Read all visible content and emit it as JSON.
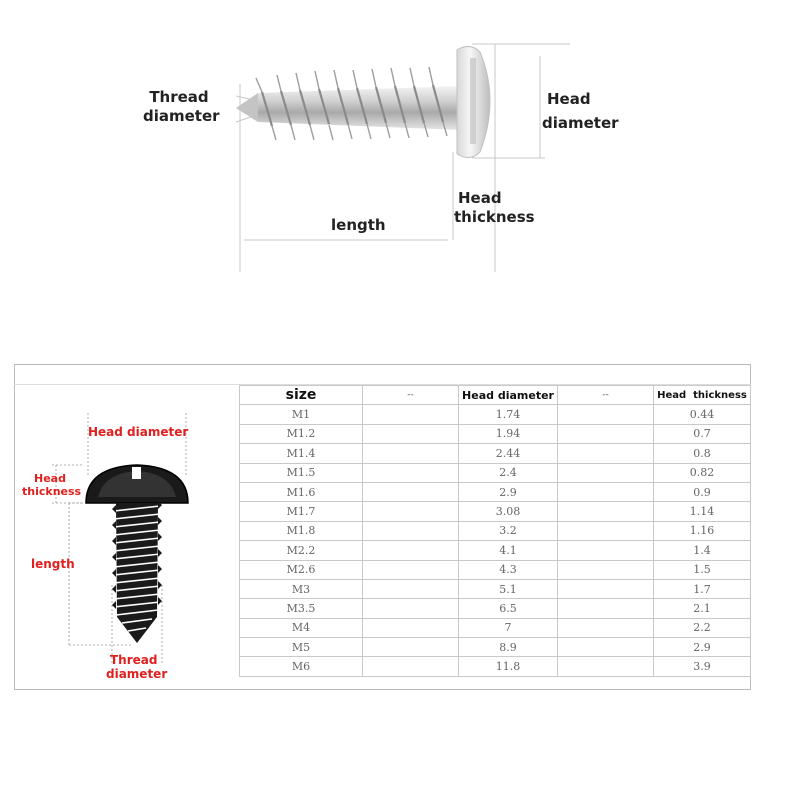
{
  "top_diagram": {
    "thread_label": [
      "Thread",
      "diameter"
    ],
    "head_diameter_label": [
      "Head",
      "diameter"
    ],
    "head_thickness_label": [
      "Head",
      "thickness"
    ],
    "length_label": "length"
  },
  "side_diagram": {
    "head_diameter_label": "Head diameter",
    "head_thickness_label": [
      "Head",
      "thickness"
    ],
    "length_label": "length",
    "thread_label": [
      "Thread",
      "diameter"
    ],
    "colors": {
      "label": "#e0201e",
      "screw": "#1a1a1a"
    }
  },
  "table": {
    "headers": [
      "size",
      "--",
      "Head diameter",
      "--",
      "Head  thickness"
    ],
    "rows": [
      [
        "M1",
        "",
        "1.74",
        "",
        "0.44"
      ],
      [
        "M1.2",
        "",
        "1.94",
        "",
        "0.7"
      ],
      [
        "M1.4",
        "",
        "2.44",
        "",
        "0.8"
      ],
      [
        "M1.5",
        "",
        "2.4",
        "",
        "0.82"
      ],
      [
        "M1.6",
        "",
        "2.9",
        "",
        "0.9"
      ],
      [
        "M1.7",
        "",
        "3.08",
        "",
        "1.14"
      ],
      [
        "M1.8",
        "",
        "3.2",
        "",
        "1.16"
      ],
      [
        "M2.2",
        "",
        "4.1",
        "",
        "1.4"
      ],
      [
        "M2.6",
        "",
        "4.3",
        "",
        "1.5"
      ],
      [
        "M3",
        "",
        "5.1",
        "",
        "1.7"
      ],
      [
        "M3.5",
        "",
        "6.5",
        "",
        "2.1"
      ],
      [
        "M4",
        "",
        "7",
        "",
        "2.2"
      ],
      [
        "M5",
        "",
        "8.9",
        "",
        "2.9"
      ],
      [
        "M6",
        "",
        "11.8",
        "",
        "3.9"
      ]
    ]
  }
}
